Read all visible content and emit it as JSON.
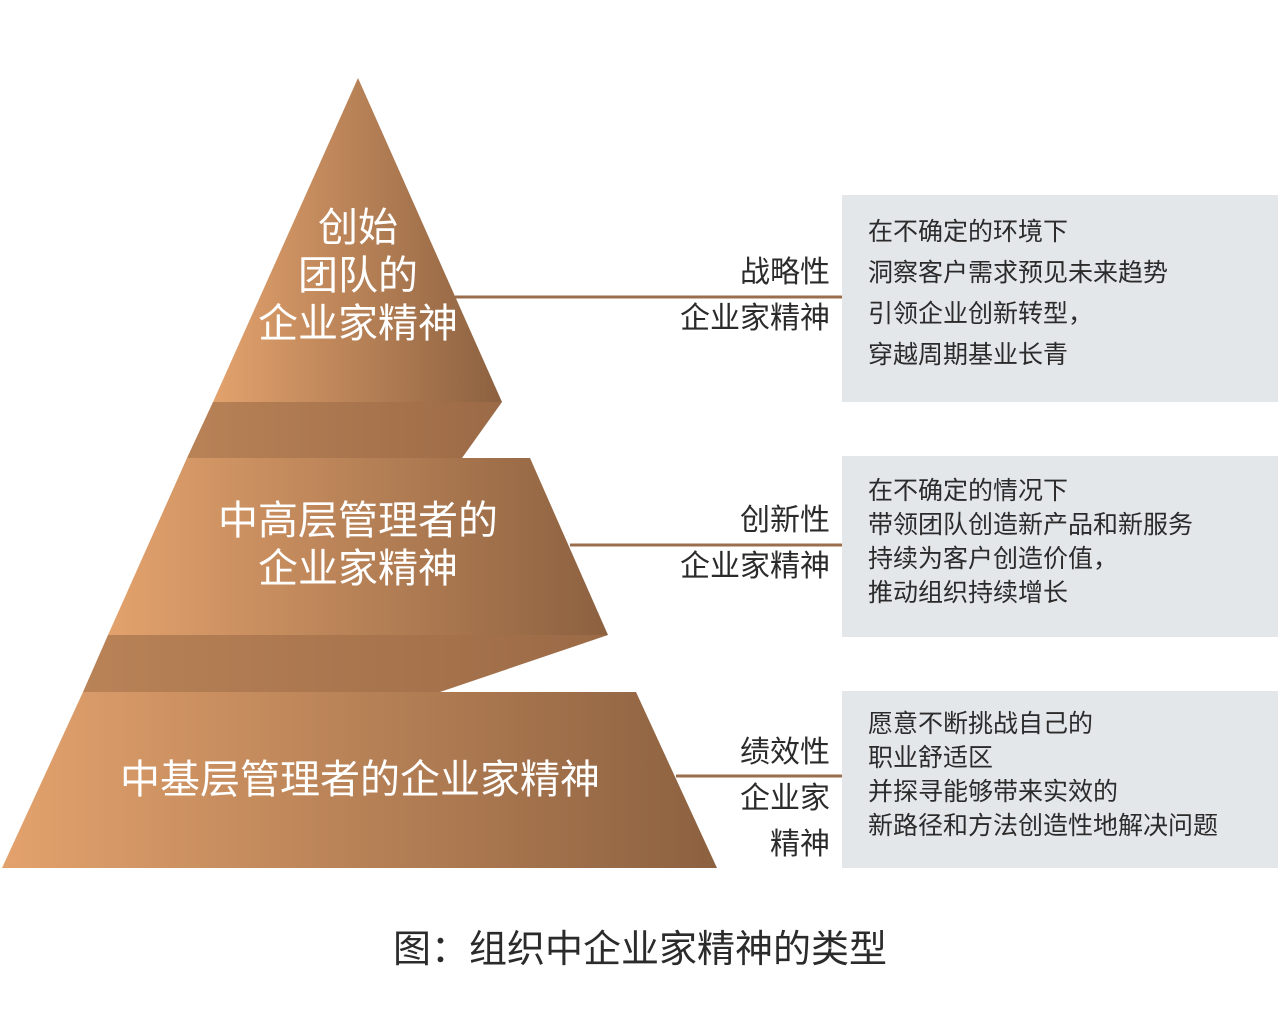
{
  "colors": {
    "pyramid_light": "#e3a26d",
    "pyramid_dark": "#8c6140",
    "connector": "#9a6e4c",
    "desc_bg": "#e4e7ea"
  },
  "tiers": [
    {
      "label": "创始\n团队的\n企业家精神",
      "kind": "战略性\n企业家精神",
      "desc": [
        "在不确定的环境下",
        "洞察客户需求预见未来趋势",
        "引领企业创新转型，",
        "穿越周期基业长青"
      ]
    },
    {
      "label": "中高层管理者的\n企业家精神",
      "kind": "创新性\n企业家精神",
      "desc": [
        "在不确定的情况下",
        "带领团队创造新产品和新服务",
        "持续为客户创造价值，",
        "推动组织持续增长"
      ]
    },
    {
      "label": "中基层管理者的企业家精神",
      "kind": "绩效性\n企业家\n精神",
      "desc": [
        "愿意不断挑战自己的",
        "职业舒适区",
        "并探寻能够带来实效的",
        "新路径和方法创造性地解决问题"
      ]
    }
  ],
  "caption": "图：组织中企业家精神的类型"
}
